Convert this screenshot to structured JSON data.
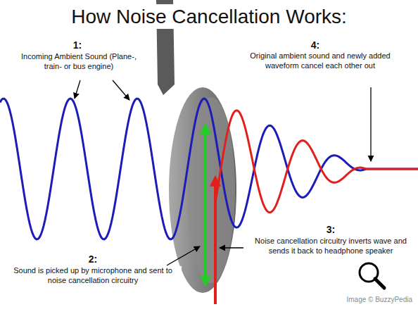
{
  "diagram": {
    "title": "How Noise Cancellation Works:",
    "labels": [
      "1:",
      "Incoming Ambient Sound (Plane-, train- or bus engine)",
      "2:",
      "Sound is picked up by microphone and sent to noise cancellation circuitry",
      "3:",
      "Noise cancellation circuitry inverts wave and sends it back to headphone speaker",
      "4:",
      "Original ambient sound and newly added waveform cancel each other out",
      "Image © BuzzyPedia"
    ]
  }
}
